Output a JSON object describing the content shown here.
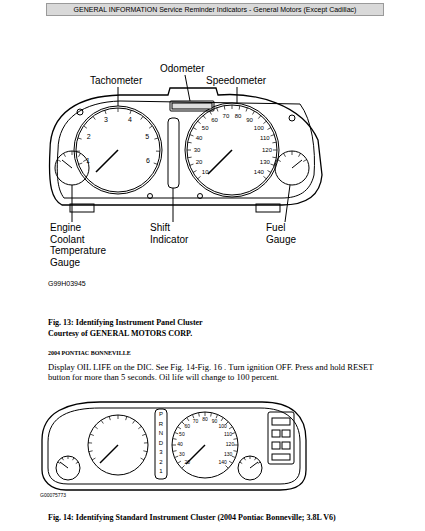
{
  "diagram": {
    "title": "GENERAL INFORMATION Service Reminder Indicators - General Motors (Except Cadillac)",
    "labels": [
      "Odometer",
      "Tachometer",
      "Speedometer",
      "10",
      "20",
      "30",
      "40",
      "50",
      "60",
      "70",
      "80",
      "90",
      "100",
      "110",
      "120",
      "130",
      "140",
      "1",
      "2",
      "3",
      "4",
      "5",
      "6",
      "Engine Coolant Temperature Gauge",
      "Shift Indicator",
      "Fuel Gauge",
      "G99H03945",
      "Fig. 13: Identifying Instrument Panel Cluster",
      "Courtesy of GENERAL MOTORS CORP.",
      "2004 PONTIAC BONNEVILLE",
      "Display OIL LIFE on the DIC. See Fig. 14-Fig. 16 . Turn ignition OFF. Press and hold RESET button for more than 5 seconds. Oil life will change to 100 percent.",
      "P",
      "R",
      "N",
      "D",
      "3",
      "2",
      "1",
      "20",
      "30",
      "40",
      "50",
      "60",
      "70",
      "80",
      "90",
      "100",
      "110",
      "120",
      "130",
      "140",
      "G00075773",
      "Fig. 14: Identifying Standard Instrument Cluster (2004 Pontiac Bonneville; 3.8L V6)"
    ]
  }
}
